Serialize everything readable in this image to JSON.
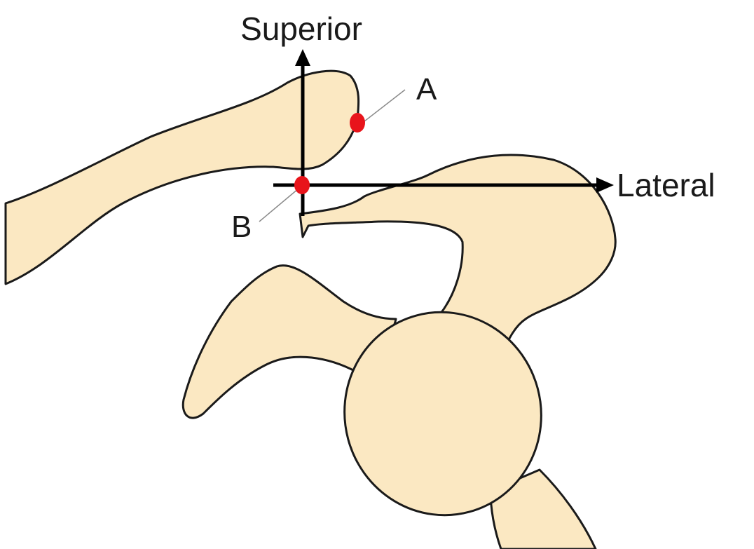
{
  "axes": {
    "vertical_label": "Superior",
    "horizontal_label": "Lateral"
  },
  "points": {
    "a_label": "A",
    "b_label": "B"
  },
  "colors": {
    "bone_fill": "#fbe8c2",
    "outline": "#1a1a1a",
    "axis": "#000000",
    "marker": "#e8141b",
    "leader_line": "#8a8a8a"
  }
}
